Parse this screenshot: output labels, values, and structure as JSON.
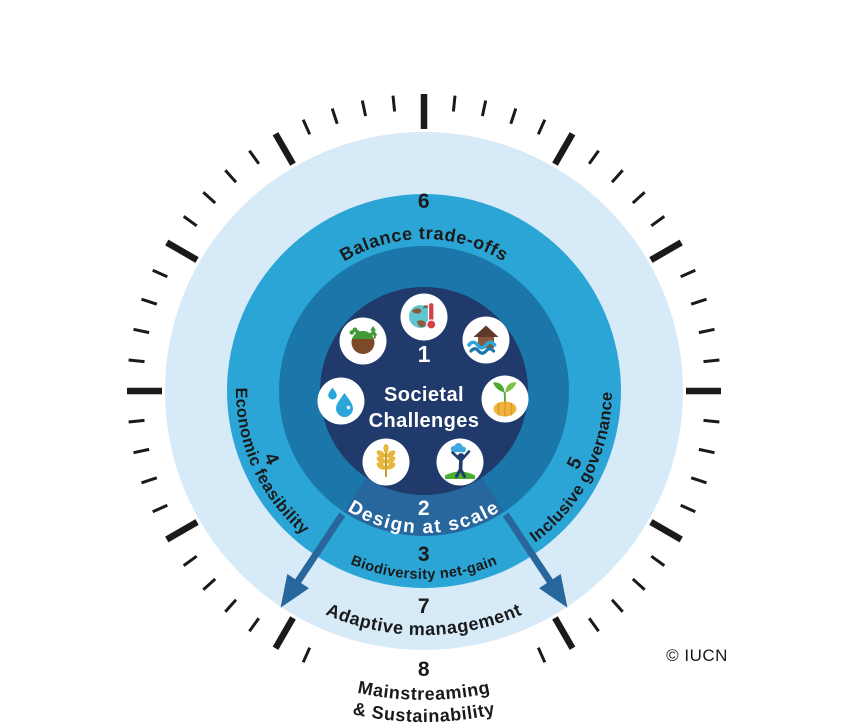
{
  "diagram": {
    "credit": "© IUCN",
    "center": {
      "number": "1",
      "label_line1": "Societal",
      "label_line2": "Challenges",
      "icons": [
        "climate-change",
        "ecosystem-degradation",
        "disaster-risk",
        "water-security",
        "socio-economic-development",
        "food-security",
        "human-health"
      ]
    },
    "criteria": [
      {
        "number": "2",
        "label": "Design at scale"
      },
      {
        "number": "3",
        "label": "Biodiversity net-gain"
      },
      {
        "number": "4",
        "label": "Economic feasibility"
      },
      {
        "number": "5",
        "label": "Inclusive governance"
      },
      {
        "number": "6",
        "label": "Balance trade-offs"
      },
      {
        "number": "7",
        "label": "Adaptive management"
      },
      {
        "number": "8",
        "label_line1": "Mainstreaming",
        "label_line2": "& Sustainability"
      }
    ],
    "colors": {
      "center_circle": "#1F3A6B",
      "ring_design": "#1B76A9",
      "sector_design": "#28679D",
      "ring_middle": "#2BA4D6",
      "ring_outer": "#D7EAF8",
      "arrow": "#28679D",
      "tick": "#1A1A1A",
      "label_dark": "#1A1A1A",
      "label_light": "#FFFFFF"
    }
  }
}
